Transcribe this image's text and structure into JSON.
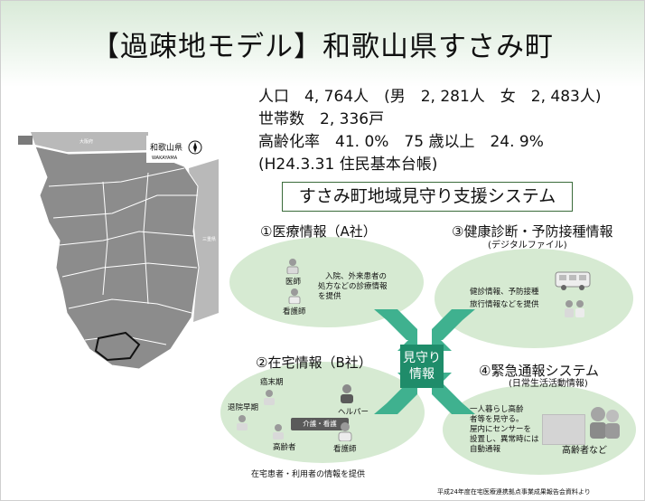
{
  "title": "【過疎地モデル】和歌山県すさみ町",
  "stats": {
    "line1": "人口　4, 764人　(男　2, 281人　女　2, 483人)",
    "line2": "世帯数　2, 336戸",
    "line3": "高齢化率　41. 0%　75 歳以上　24. 9%",
    "line4": "(H24.3.31 住民基本台帳)"
  },
  "map": {
    "logo_text": "和歌山県",
    "logo_sub": "WAKAYAMA",
    "region_label_1": "大阪府",
    "region_label_2": "三重県"
  },
  "system_title": "すさみ町地域見守り支援システム",
  "center": {
    "line1": "見守り",
    "line2": "情報"
  },
  "sections": {
    "medical": {
      "title": "①医療情報（A社）",
      "doctor": "医師",
      "nurse": "看護師",
      "desc": [
        "入院、外来患者の",
        "処方などの診療情報",
        "を提供"
      ]
    },
    "health": {
      "title": "③健康診断・予防接種情報",
      "subtitle": "(デジタルファイル)",
      "desc": [
        "健診情報、予防接種",
        "旅行情報などを提供"
      ]
    },
    "home": {
      "title": "②在宅情報（B社）",
      "terminal": "癌末期",
      "early_discharge": "退院早期",
      "badge": "介護・看護",
      "helper": "ヘルパー",
      "elderly": "高齢者",
      "nurse": "看護師",
      "caption": "在宅患者・利用者の情報を提供"
    },
    "emergency": {
      "title": "④緊急通報システム",
      "subtitle": "(日常生活活動情報)",
      "desc": [
        "一人暮らし高齢",
        "者等を見守る。",
        "屋内にセンサーを",
        "設置し、異常時には",
        "自動通報"
      ],
      "elderly": "高齢者など"
    }
  },
  "footer": "平成24年度在宅医療連携拠点事業成果報告会資料より",
  "colors": {
    "ellipse": "#d6ead2",
    "center_box": "#1f8c6a",
    "arrow": "#3fb18f",
    "header_bg": "#d9ead8"
  }
}
